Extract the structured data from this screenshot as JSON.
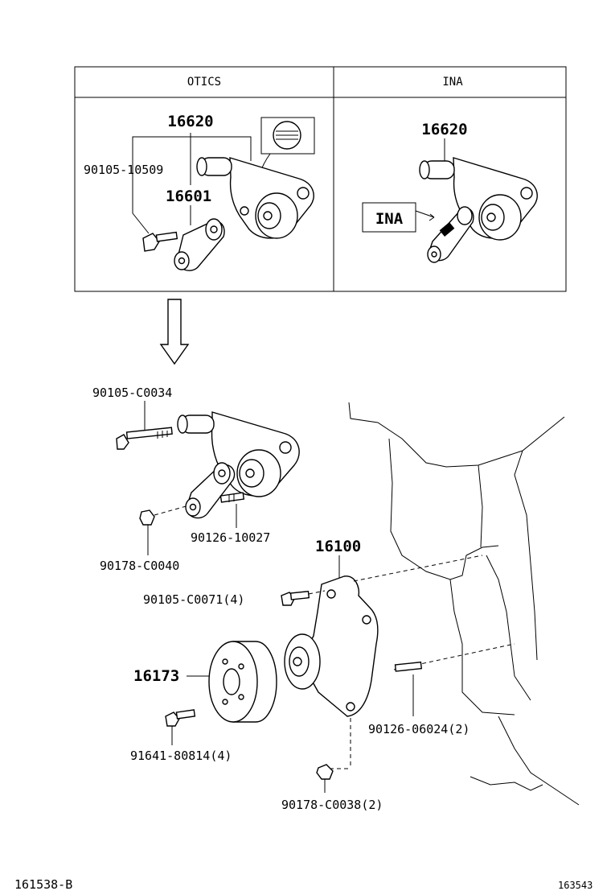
{
  "table": {
    "col_left_header": "OTICS",
    "col_right_header": "INA"
  },
  "otics": {
    "label_tensioner": "16620",
    "label_bolt": "90105-10509",
    "label_damper": "16601"
  },
  "ina": {
    "label_tensioner": "16620",
    "tag": "INA"
  },
  "parts": {
    "bolt_top": "90105-C0034",
    "stud_top": "90126-10027",
    "nut_top": "90178-C0040",
    "water_pump": "16100",
    "pump_bolt": "90105-C0071(4)",
    "pulley": "16173",
    "stud_pump": "90126-06024(2)",
    "pulley_bolt": "91641-80814(4)",
    "nut_pump": "90178-C0038(2)"
  },
  "footer": {
    "left_code": "161538-B",
    "right_code": "163543"
  }
}
